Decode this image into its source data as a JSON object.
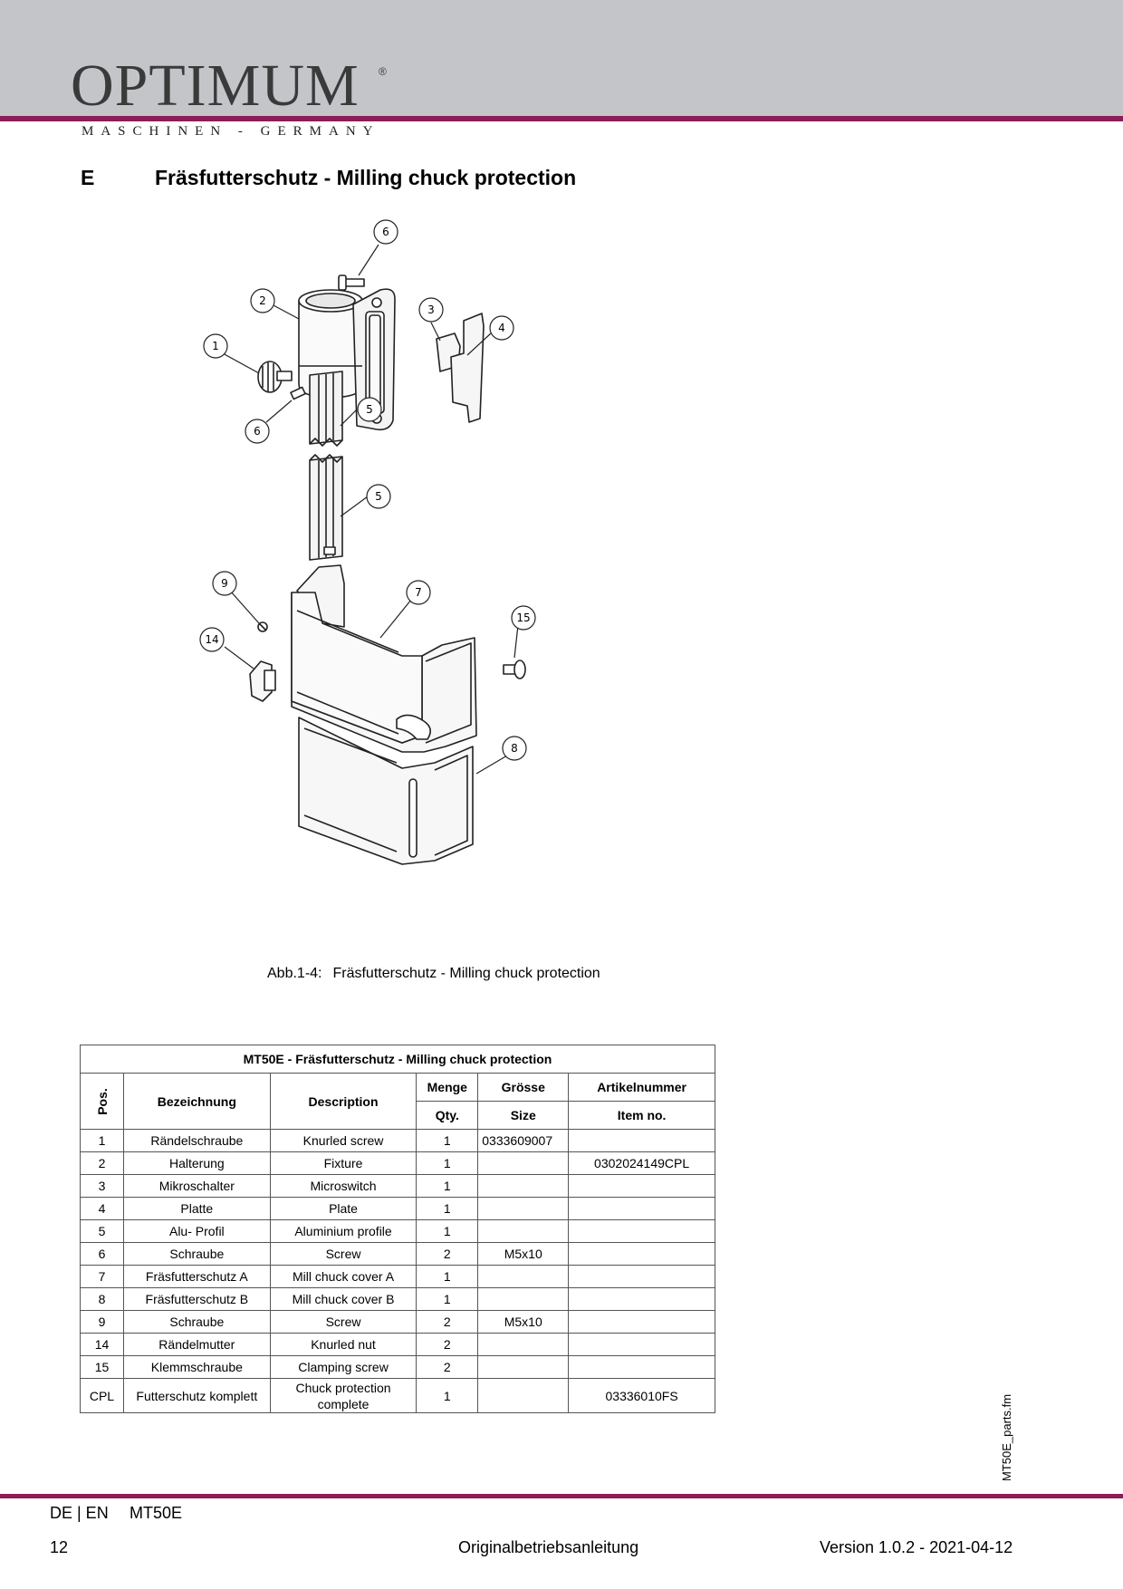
{
  "header": {
    "logo_text": "OPTIMUM",
    "logo_mark": "®",
    "tagline": "MASCHINEN - GERMANY"
  },
  "section": {
    "letter": "E",
    "title": "Fräsfutterschutz - Milling chuck protection"
  },
  "figure": {
    "callouts": [
      "1",
      "2",
      "3",
      "4",
      "5",
      "5",
      "6",
      "6",
      "7",
      "8",
      "9",
      "14",
      "15"
    ],
    "caption_number": "Abb.1-4:",
    "caption_text": "Fräsfutterschutz - Milling chuck protection"
  },
  "parts_table": {
    "title": "MT50E - Fräsfutterschutz - Milling chuck protection",
    "headers": {
      "pos": "Pos.",
      "bezeichnung": "Bezeichnung",
      "description": "Description",
      "menge": "Menge",
      "qty": "Qty.",
      "groesse": "Grösse",
      "size": "Size",
      "artikelnummer": "Artikelnummer",
      "item_no": "Item no."
    },
    "rows": [
      {
        "pos": "1",
        "bez": "Rändelschraube",
        "desc": "Knurled screw",
        "qty": "1",
        "size": "0333609007",
        "item": ""
      },
      {
        "pos": "2",
        "bez": "Halterung",
        "desc": "Fixture",
        "qty": "1",
        "size": "",
        "item": "0302024149CPL"
      },
      {
        "pos": "3",
        "bez": "Mikroschalter",
        "desc": "Microswitch",
        "qty": "1",
        "size": "",
        "item": ""
      },
      {
        "pos": "4",
        "bez": "Platte",
        "desc": "Plate",
        "qty": "1",
        "size": "",
        "item": ""
      },
      {
        "pos": "5",
        "bez": "Alu- Profil",
        "desc": "Aluminium profile",
        "qty": "1",
        "size": "",
        "item": ""
      },
      {
        "pos": "6",
        "bez": "Schraube",
        "desc": "Screw",
        "qty": "2",
        "size": "M5x10",
        "item": ""
      },
      {
        "pos": "7",
        "bez": "Fräsfutterschutz A",
        "desc": "Mill chuck cover A",
        "qty": "1",
        "size": "",
        "item": ""
      },
      {
        "pos": "8",
        "bez": "Fräsfutterschutz B",
        "desc": "Mill chuck cover B",
        "qty": "1",
        "size": "",
        "item": ""
      },
      {
        "pos": "9",
        "bez": "Schraube",
        "desc": "Screw",
        "qty": "2",
        "size": "M5x10",
        "item": ""
      },
      {
        "pos": "14",
        "bez": "Rändelmutter",
        "desc": "Knurled nut",
        "qty": "2",
        "size": "",
        "item": ""
      },
      {
        "pos": "15",
        "bez": "Klemmschraube",
        "desc": "Clamping screw",
        "qty": "2",
        "size": "",
        "item": ""
      },
      {
        "pos": "CPL",
        "bez": "Futterschutz komplett",
        "desc": "Chuck protection complete",
        "qty": "1",
        "size": "",
        "item": "03336010FS"
      }
    ]
  },
  "side_label": "MT50E_parts.fm",
  "footer": {
    "lang": "DE | EN",
    "model": "MT50E",
    "page": "12",
    "center": "Originalbetriebsanleitung",
    "version": "Version 1.0.2 - 2021-04-12"
  }
}
